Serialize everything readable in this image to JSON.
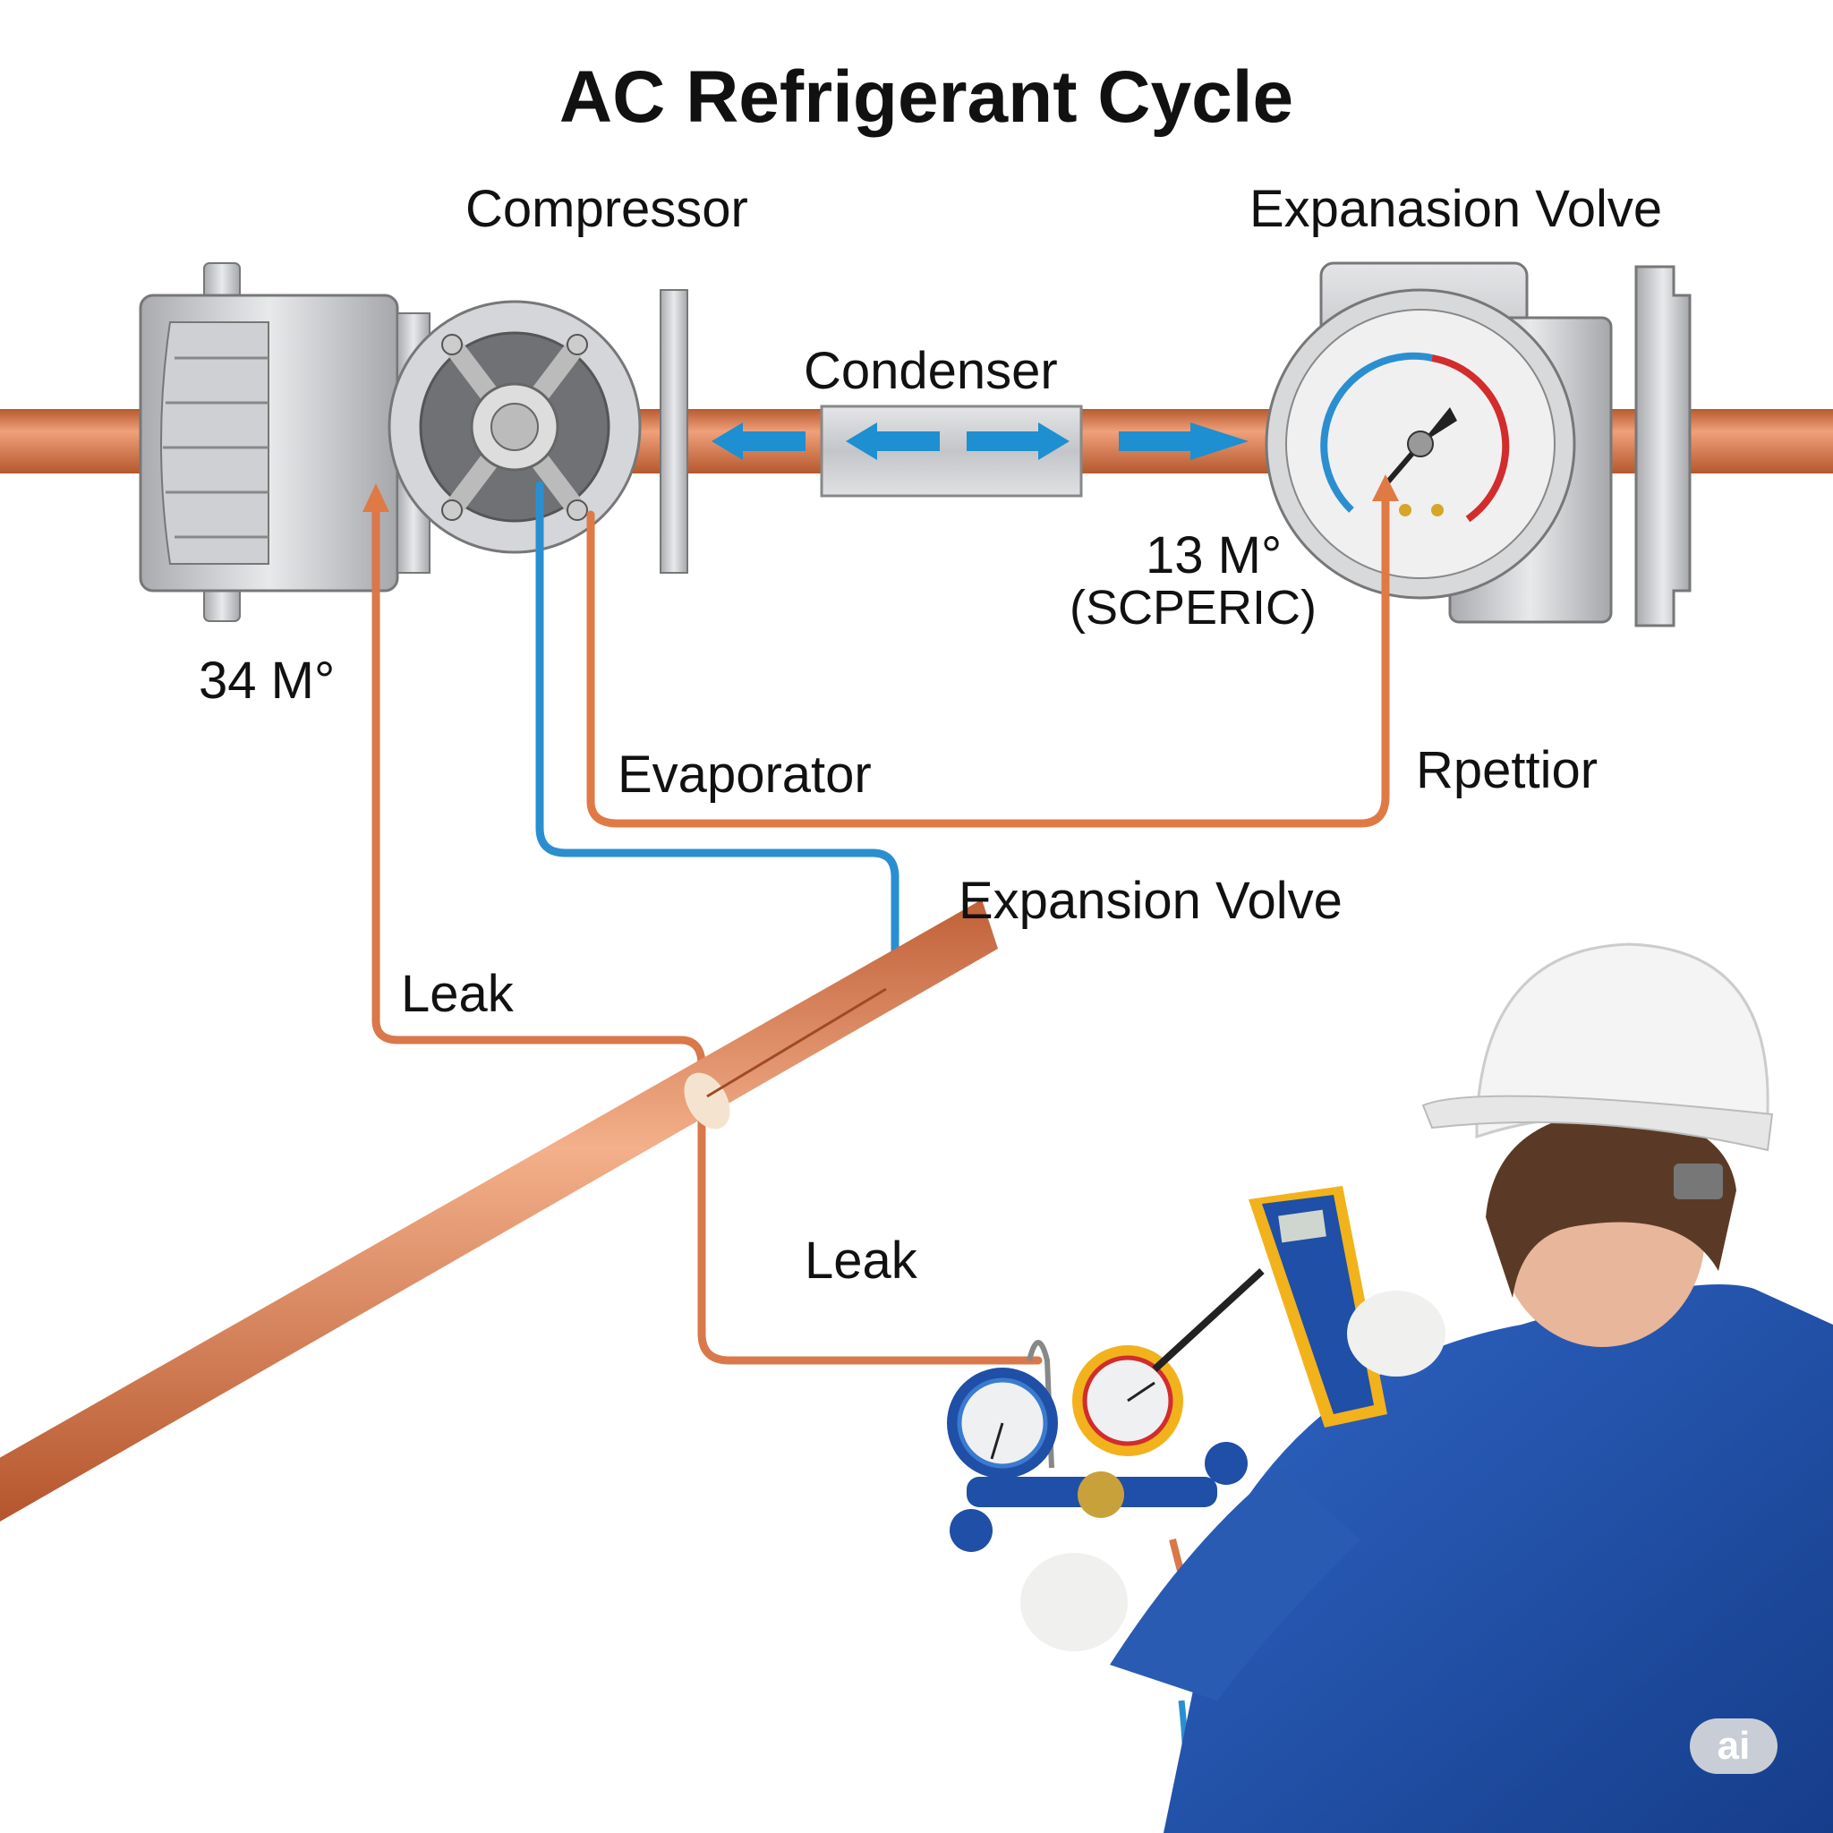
{
  "title": "AC Refrigerant Cycle",
  "labels": {
    "compressor": "Compressor",
    "expansion_valve_top": "Expanasion Volve",
    "condenser": "Condenser",
    "reading_right": "13 M°",
    "reading_right_sub": "(SCPERIC)",
    "reading_left": "34 M°",
    "evaporator": "Evaporator",
    "rpettior": "Rpettior",
    "expansion_valve_mid": "Expansion Volve",
    "leak_1": "Leak",
    "leak_2": "Leak"
  },
  "badge": "ai",
  "colors": {
    "copper": "#d9784a",
    "refrigerant_blue": "#2a8fd0",
    "flow_arrow": "#1e8fd0",
    "steel": "#c8c9cc",
    "uniform": "#1f4fa6",
    "helmet": "#f4f4f4",
    "meter_yellow": "#f2b21c"
  }
}
